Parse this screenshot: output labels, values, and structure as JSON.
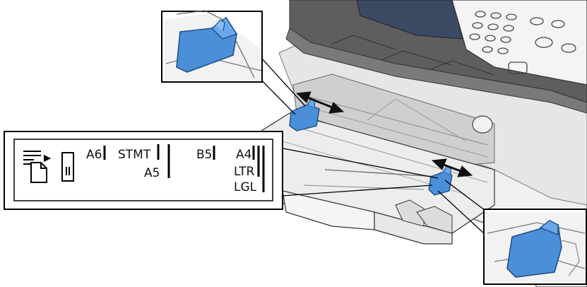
{
  "paper_size_guide": {
    "row1": {
      "a6": "A6",
      "stmt": "STMT",
      "b5": "B5",
      "a4": "A4"
    },
    "row2": {
      "a5": "A5",
      "ltr": "LTR"
    },
    "row3": {
      "lgl": "LGL"
    }
  },
  "icons": [
    "paper-feed-icon",
    "paper-orientation-icon"
  ],
  "colors": {
    "guide_blue": "#4a8fd8",
    "guide_blue_dark": "#2d6fba",
    "printer_body": "#eeeeee",
    "panel_dark": "#5a5a5a",
    "outline": "#1a1a1a"
  }
}
